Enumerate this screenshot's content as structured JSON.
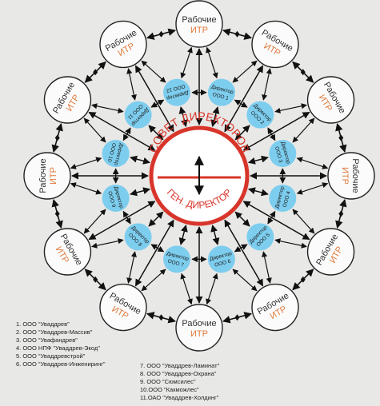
{
  "council": {
    "top": "СОВЕТ ДИРЕКТОРОВ",
    "bottom": "ГЕН. ДИРЕКТОР"
  },
  "group_labels": {
    "workers": "Рабочие",
    "itr": "ИТР"
  },
  "directors": [
    {
      "label": "Директор",
      "company": "ООО 1"
    },
    {
      "label": "Директор",
      "company": "ООО 2"
    },
    {
      "label": "Директор",
      "company": "ООО 3"
    },
    {
      "label": "Директор",
      "company": "ООО 4"
    },
    {
      "label": "Директор",
      "company": "ООО 5"
    },
    {
      "label": "Директор",
      "company": "ООО 6"
    },
    {
      "label": "Директор",
      "company": "ООО 7"
    },
    {
      "label": "Директор",
      "company": "ООО 8"
    },
    {
      "label": "Директор",
      "company": "ООО 9"
    },
    {
      "label": "Директор",
      "company": "ООО 10"
    },
    {
      "label": "Директор",
      "company": "ООО 11"
    },
    {
      "label": "Директор",
      "company": "ООО 12"
    }
  ],
  "legend_left": [
    "1. ООО \"Уваддрев\"",
    "2. ООО \"Уваддрев-Массив\"",
    "3. ООО \"Увафандрев\"",
    "4. ООО НПФ \"Уваддрев-Экод\"",
    "5. ООО \"Уваддревстрой\"",
    "6. ООО \"Уваддрев-Инжениринг\""
  ],
  "legend_right": [
    "7. ООО \"Уваддрев-Ламинат\"",
    "8. ООО \"Уваддрев-Охрана\"",
    "9. ООО \"Сюмсилес\"",
    "10.ООО \"Какможлес\"",
    "11.ОАО \"Уваддрев-Холдинг\""
  ],
  "colors": {
    "red": "#d8352a",
    "orange": "#e07a3c",
    "blue": "#7dcdee",
    "ring_fill": "#fbfbfb"
  }
}
